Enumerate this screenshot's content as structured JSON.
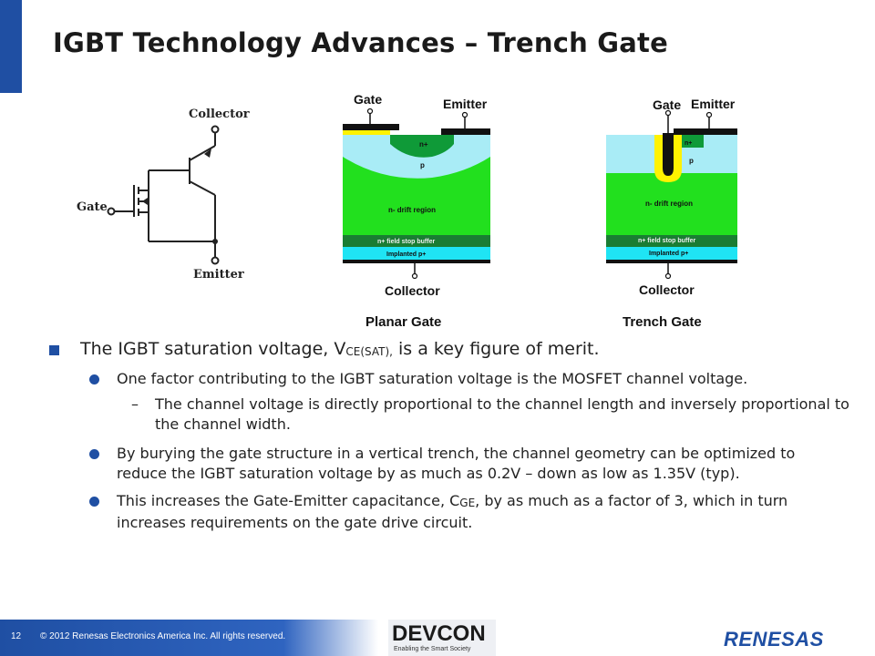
{
  "slide": {
    "title": "IGBT Technology Advances – Trench Gate"
  },
  "symbol": {
    "collector": "Collector",
    "gate": "Gate",
    "emitter": "Emitter"
  },
  "planar": {
    "caption": "Planar Gate",
    "gate": "Gate",
    "emitter": "Emitter",
    "collector": "Collector",
    "n_plus": "n+",
    "p": "p",
    "drift": "n- drift region",
    "buffer": "n+ field stop buffer",
    "implanted": "Implanted p+"
  },
  "trench": {
    "caption": "Trench Gate",
    "gate": "Gate",
    "emitter": "Emitter",
    "collector": "Collector",
    "n_plus": "n+",
    "p": "p",
    "drift": "n- drift region",
    "buffer": "n+ field stop buffer",
    "implanted": "Implanted p+"
  },
  "bullets": {
    "b1_pre": "The IGBT saturation voltage, V",
    "b1_sub": "CE(SAT),",
    "b1_post": " is a key figure of merit.",
    "b1a": "One factor contributing to the IGBT saturation voltage is the MOSFET channel voltage.",
    "b1a_dash": "–",
    "b1a_i": "The channel voltage is directly proportional to the channel length and inversely proportional to the channel width.",
    "b1b": "By burying the gate structure in a vertical trench, the channel geometry can be optimized to reduce the IGBT saturation voltage by as much as 0.2V – down as low as 1.35V (typ).",
    "b1c_pre": "This increases the Gate-Emitter capacitance, C",
    "b1c_sub": "GE",
    "b1c_post": ", by as much as a factor of 3, which in turn increases requirements on the gate drive circuit."
  },
  "footer": {
    "page_number": "12",
    "copyright": "© 2012 Renesas Electronics America Inc. All rights reserved.",
    "devcon": "DEVCON",
    "devcon_tagline": "Enabling the Smart Society",
    "renesas": "RENESAS"
  },
  "colors": {
    "accent": "#1f4fa3",
    "drift": "#22e01e",
    "p_region": "#a9ecf6",
    "n_plus": "#0f9a38",
    "buffer": "#1a7d33",
    "implanted": "#1fe4f4",
    "gate_yellow": "#fff200"
  }
}
